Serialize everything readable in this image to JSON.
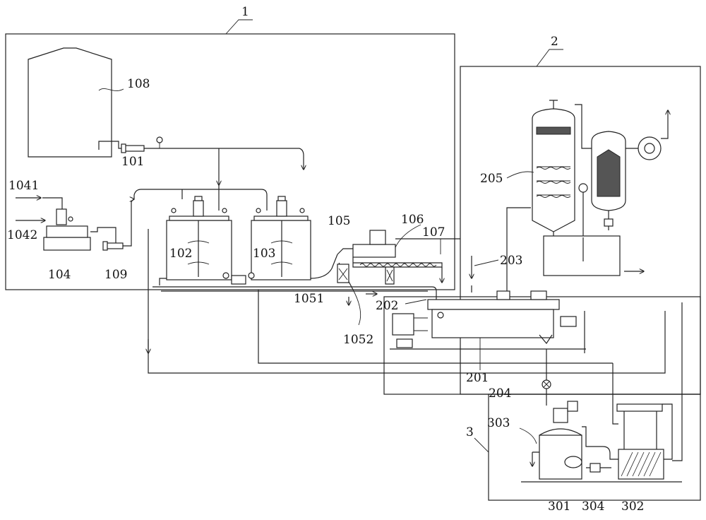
{
  "regions": {
    "r1": "1",
    "r2": "2",
    "r3": "3"
  },
  "labels": {
    "l101": "101",
    "l102": "102",
    "l103": "103",
    "l104": "104",
    "l1041": "1041",
    "l1042": "1042",
    "l105": "105",
    "l1051": "1051",
    "l1052": "1052",
    "l106": "106",
    "l107": "107",
    "l108": "108",
    "l109": "109",
    "l201": "201",
    "l202": "202",
    "l203": "203",
    "l204": "204",
    "l205": "205",
    "l301": "301",
    "l302": "302",
    "l303": "303",
    "l304": "304"
  }
}
